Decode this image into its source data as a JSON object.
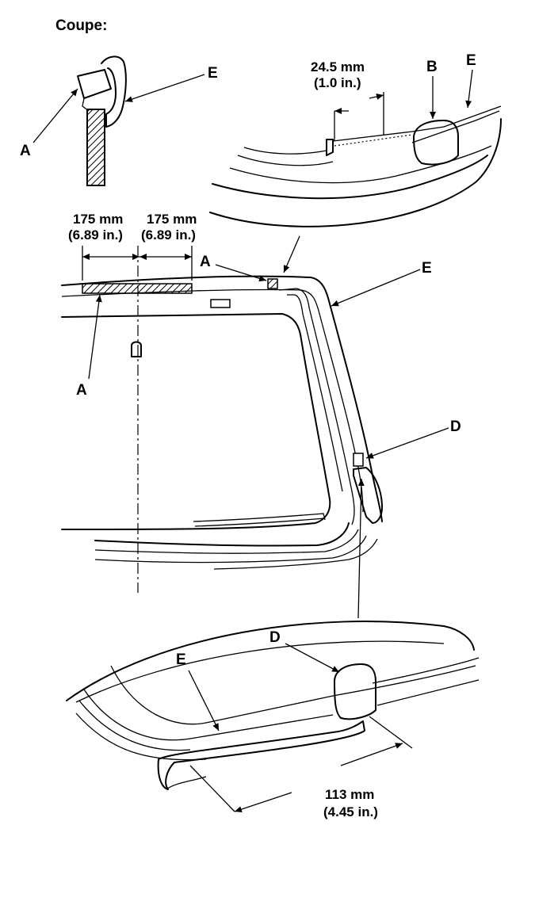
{
  "title": "Coupe:",
  "callouts": {
    "a": "A",
    "b": "B",
    "d": "D",
    "e": "E"
  },
  "dimensions": {
    "offset_top": {
      "metric": "24.5 mm",
      "imperial": "(1.0 in.)"
    },
    "left_span": {
      "metric": "175 mm",
      "imperial": "(6.89 in.)"
    },
    "right_span": {
      "metric": "175 mm",
      "imperial": "(6.89 in.)"
    },
    "lower_span": {
      "metric": "113 mm",
      "imperial": "(4.45 in.)"
    }
  }
}
